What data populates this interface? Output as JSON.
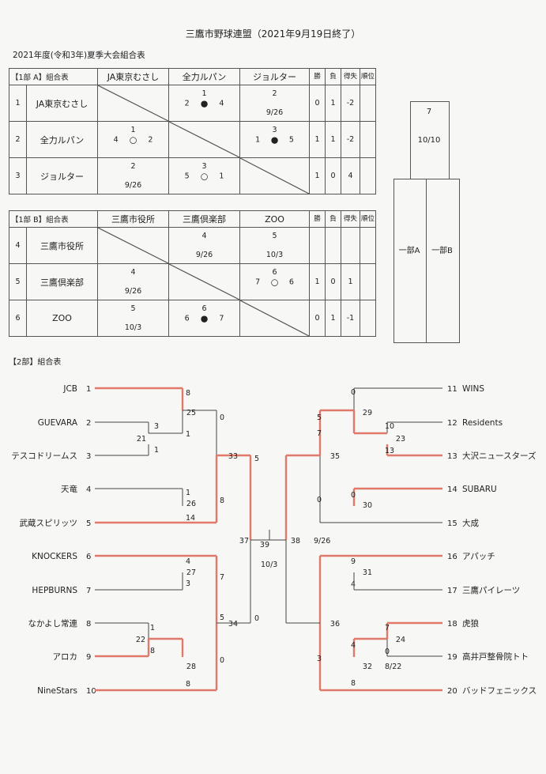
{
  "header": {
    "title": "三鷹市野球連盟（2021年9月19日終了）",
    "subtitle": "2021年度(令和3年)夏季大会組合表"
  },
  "stat_headers": {
    "win": "勝",
    "loss": "負",
    "diff": "得失",
    "rank": "順位"
  },
  "league_a": {
    "label": "【1部 A】組合表",
    "teams": [
      "JA東京むさし",
      "全力ルパン",
      "ジョルター"
    ],
    "rows": [
      {
        "no": "1",
        "name": "JA東京むさし",
        "cells": [
          null,
          {
            "game": "1",
            "left": "2",
            "right": "4",
            "mark": "●"
          },
          {
            "game": "2",
            "date": "9/26"
          }
        ],
        "win": "0",
        "loss": "1",
        "diff": "-2",
        "rank": ""
      },
      {
        "no": "2",
        "name": "全力ルパン",
        "cells": [
          {
            "game": "1",
            "left": "4",
            "right": "2",
            "mark": "○"
          },
          null,
          {
            "game": "3",
            "left": "1",
            "right": "5",
            "mark": "●"
          }
        ],
        "win": "1",
        "loss": "1",
        "diff": "-2",
        "rank": ""
      },
      {
        "no": "3",
        "name": "ジョルター",
        "cells": [
          {
            "game": "2",
            "date": "9/26"
          },
          {
            "game": "3",
            "left": "5",
            "right": "1",
            "mark": "○"
          },
          null
        ],
        "win": "1",
        "loss": "0",
        "diff": "4",
        "rank": ""
      }
    ]
  },
  "league_b": {
    "label": "【1部 B】組合表",
    "teams": [
      "三鷹市役所",
      "三鷹倶楽部",
      "ZOO"
    ],
    "rows": [
      {
        "no": "4",
        "name": "三鷹市役所",
        "cells": [
          null,
          {
            "game": "4",
            "date": "9/26"
          },
          {
            "game": "5",
            "date": "10/3"
          }
        ],
        "win": "",
        "loss": "",
        "diff": "",
        "rank": ""
      },
      {
        "no": "5",
        "name": "三鷹倶楽部",
        "cells": [
          {
            "game": "4",
            "date": "9/26"
          },
          null,
          {
            "game": "6",
            "left": "7",
            "right": "6",
            "mark": "○"
          }
        ],
        "win": "1",
        "loss": "0",
        "diff": "1",
        "rank": ""
      },
      {
        "no": "6",
        "name": "ZOO",
        "cells": [
          {
            "game": "5",
            "date": "10/3"
          },
          {
            "game": "6",
            "left": "6",
            "right": "7",
            "mark": "●"
          },
          null
        ],
        "win": "0",
        "loss": "1",
        "diff": "-1",
        "rank": ""
      }
    ]
  },
  "final_1bu": {
    "game": "7",
    "date": "10/10",
    "left_label": "一部A",
    "right_label": "一部B"
  },
  "div2": {
    "label": "【2部】組合表",
    "left_teams": [
      {
        "no": "1",
        "name": "JCB"
      },
      {
        "no": "2",
        "name": "GUEVARA"
      },
      {
        "no": "3",
        "name": "テスコドリームス"
      },
      {
        "no": "4",
        "name": "天竜"
      },
      {
        "no": "5",
        "name": "武蔵スピリッツ"
      },
      {
        "no": "6",
        "name": "KNOCKERS"
      },
      {
        "no": "7",
        "name": "HEPBURNS"
      },
      {
        "no": "8",
        "name": "なかよし常連"
      },
      {
        "no": "9",
        "name": "アロカ"
      },
      {
        "no": "10",
        "name": "NineStars"
      }
    ],
    "right_teams": [
      {
        "no": "11",
        "name": "WINS"
      },
      {
        "no": "12",
        "name": "Residents"
      },
      {
        "no": "13",
        "name": "大沢ニュースターズ"
      },
      {
        "no": "14",
        "name": "SUBARU"
      },
      {
        "no": "15",
        "name": "大成"
      },
      {
        "no": "16",
        "name": "アパッチ"
      },
      {
        "no": "17",
        "name": "三鷹パイレーツ"
      },
      {
        "no": "18",
        "name": "虎狼"
      },
      {
        "no": "19",
        "name": "高井戸整骨院トト"
      },
      {
        "no": "20",
        "name": "バッドフェニックス"
      }
    ],
    "game_numbers": [
      "21",
      "22",
      "23",
      "24",
      "25",
      "26",
      "27",
      "28",
      "29",
      "30",
      "31",
      "32",
      "33",
      "34",
      "35",
      "36",
      "37",
      "38",
      "39"
    ],
    "scores": [
      "3",
      "1",
      "8",
      "1",
      "1",
      "14",
      "4",
      "3",
      "1",
      "8",
      "0",
      "8",
      "7",
      "5",
      "0",
      "8",
      "5",
      "0",
      "0",
      "10",
      "13",
      "0",
      "9",
      "4",
      "7",
      "0",
      "4",
      "8",
      "5",
      "7",
      "0",
      "3"
    ],
    "dates": [
      "9/26",
      "10/3",
      "8/22"
    ],
    "colors": {
      "winner_line": "#e0796a",
      "line": "#444444"
    }
  }
}
